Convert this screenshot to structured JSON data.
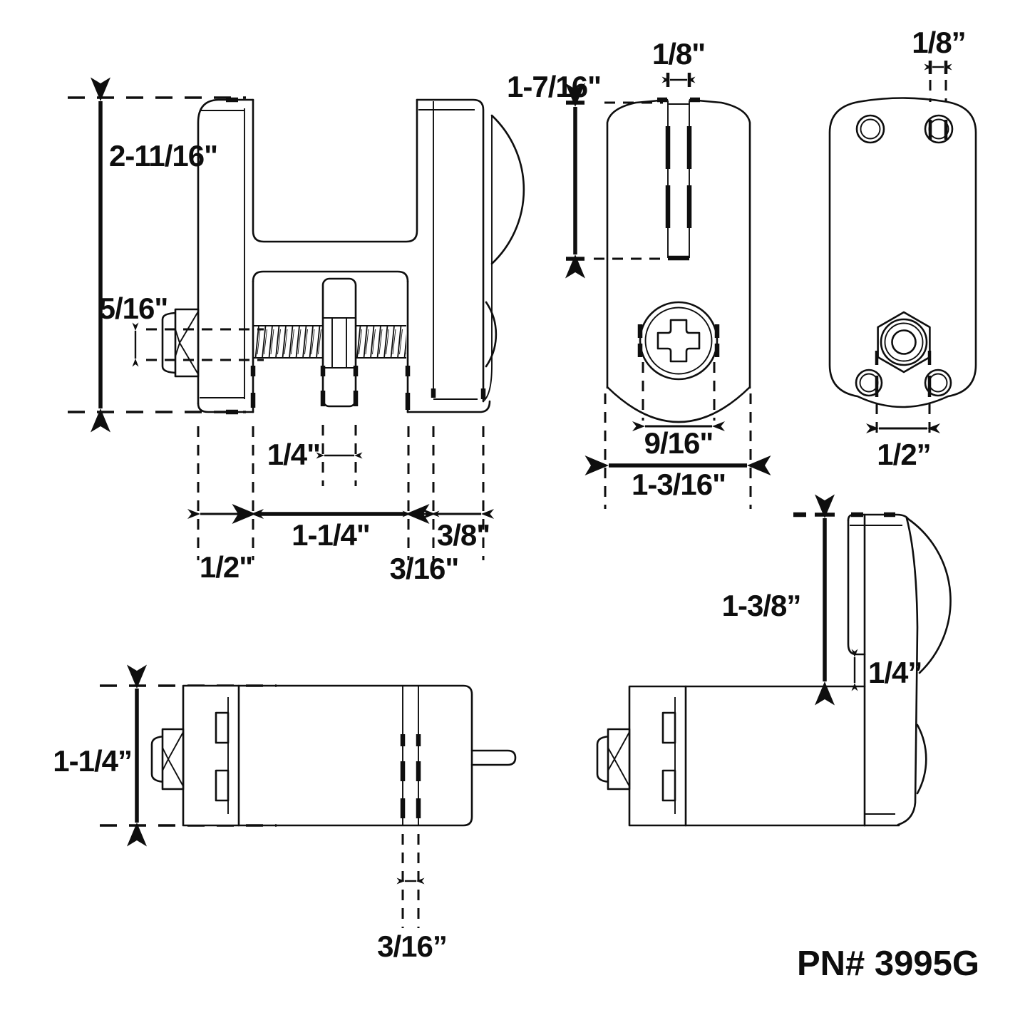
{
  "drawing": {
    "part_number": "PN# 3995G",
    "views": {
      "front": {
        "dims": {
          "overall_height": "2-11/16\"",
          "bolt_head_height": "5/16\"",
          "slider_width": "1/4\"",
          "jaw_opening_width": "1-1/4\"",
          "left_plate_width": "1/2\"",
          "lip_width": "3/16\"",
          "right_plate_width": "3/8\""
        }
      },
      "side": {
        "dims": {
          "slot_depth": "1-7/16\"",
          "slot_width": "1/8\"",
          "screw_head_width": "9/16\"",
          "body_width": "1-3/16\""
        }
      },
      "back": {
        "dims": {
          "slot_width": "1/8”",
          "hole_spacing": "1/2”"
        }
      },
      "bottom": {
        "dims": {
          "body_height": "1-1/4”",
          "slot_width": "3/16”"
        }
      },
      "side_profile": {
        "dims": {
          "flap_height": "1-3/8”",
          "flap_to_body_gap": "1/4”"
        }
      }
    }
  }
}
